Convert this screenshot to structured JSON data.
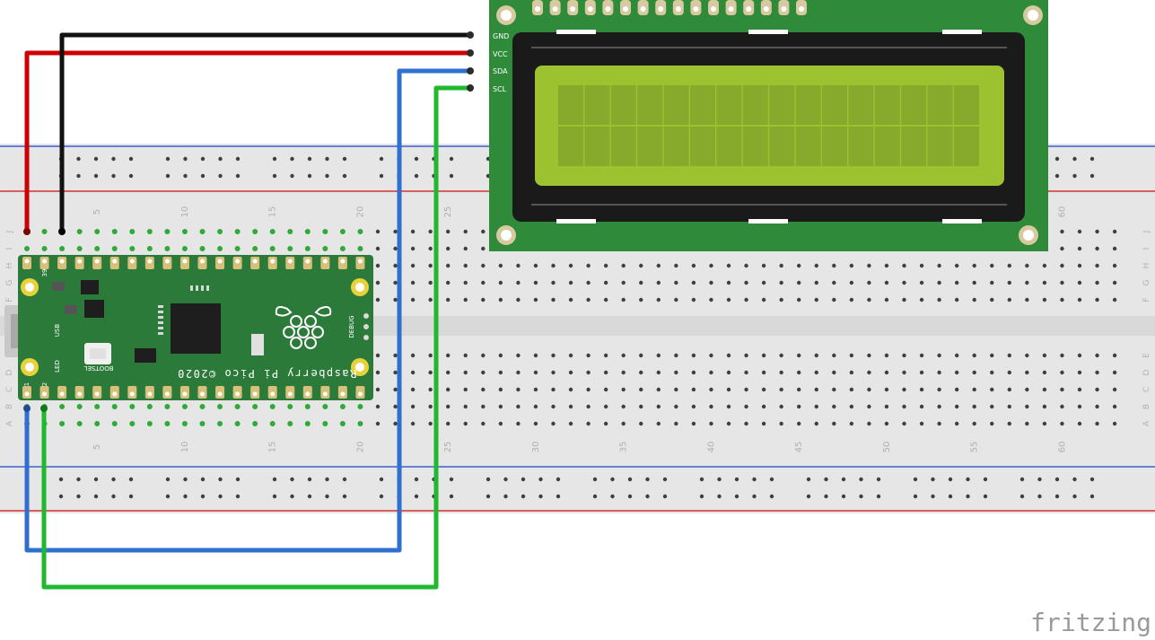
{
  "app": {
    "watermark": "fritzing"
  },
  "breadboard": {
    "row_letters_top": [
      "J",
      "I",
      "H",
      "G",
      "F"
    ],
    "row_letters_bottom": [
      "E",
      "D",
      "C",
      "B",
      "A"
    ],
    "column_numbers": [
      "5",
      "10",
      "15",
      "20",
      "25",
      "30",
      "35",
      "40",
      "45",
      "50",
      "55",
      "60"
    ]
  },
  "pico": {
    "brand": "Raspberry Pi Pico ©2020",
    "usb_label": "USB",
    "led_label": "LED",
    "bootsel_label": "BOOTSEL",
    "debug_label": "DEBUG",
    "pin_1": "1",
    "pin_2": "2",
    "pin_39": "39"
  },
  "lcd": {
    "pins": [
      "GND",
      "VCC",
      "SDA",
      "SCL"
    ]
  },
  "wires": [
    {
      "name": "gnd",
      "color": "#111111"
    },
    {
      "name": "vcc",
      "color": "#cc0000"
    },
    {
      "name": "sda",
      "color": "#2f6fcf"
    },
    {
      "name": "scl",
      "color": "#1fb82f"
    }
  ],
  "colors": {
    "breadboard": "#e6e6e6",
    "rail_red": "#d43030",
    "rail_blue": "#3a5fd0",
    "pcb": "#2c7a3a",
    "lcd_bezel": "#1a1a1a",
    "lcd_screen": "#9cc32f"
  }
}
